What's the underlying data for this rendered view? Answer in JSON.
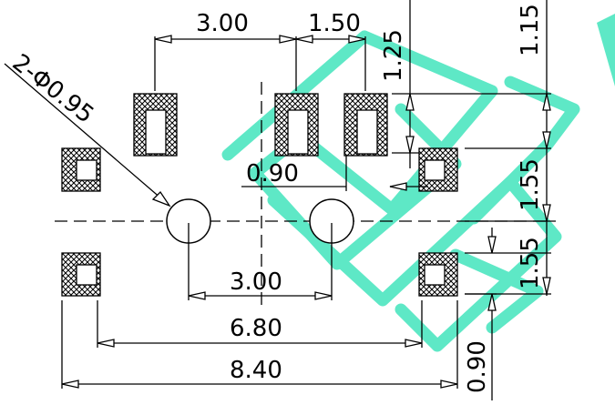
{
  "labels": {
    "top_pitch": "3.00",
    "top_pitch_small": "1.50",
    "pad_height_top": "1.25",
    "pad_height_right": "1.15",
    "pad_offset": "0.90",
    "hole_callout": "2-Φ0.95",
    "hole_pitch": "3.00",
    "span_inner": "6.80",
    "span_outer": "8.40",
    "vert_pitch_upper": "1.55",
    "vert_pitch_lower": "1.55",
    "bottom_offset": "0.90"
  },
  "colors": {
    "line": "#000000",
    "watermark": "#5ee8c6",
    "background": "#ffffff"
  }
}
